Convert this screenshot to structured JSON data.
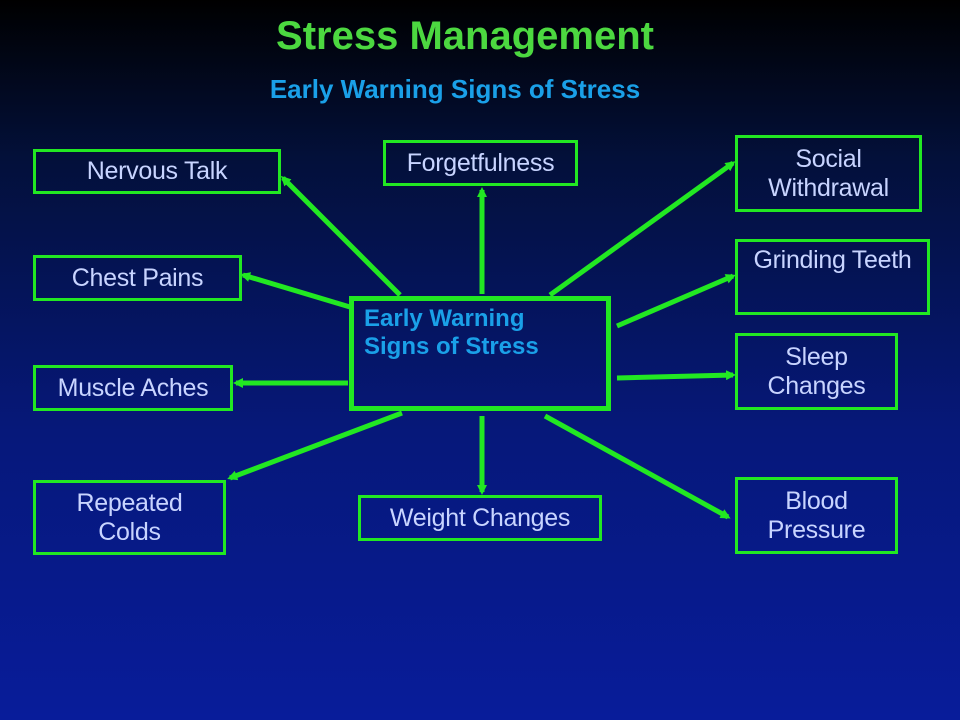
{
  "slide": {
    "title": "Stress Management",
    "subtitle": "Early Warning Signs of Stress"
  },
  "center": {
    "line1": "Early Warning",
    "line2": "Signs of Stress"
  },
  "signs": {
    "nervous_talk": "Nervous Talk",
    "chest_pains": "Chest Pains",
    "muscle_aches": "Muscle Aches",
    "repeated_colds_1": "Repeated",
    "repeated_colds_2": "Colds",
    "forgetfulness": "Forgetfulness",
    "weight_changes": "Weight Changes",
    "social_withdrawal_1": "Social",
    "social_withdrawal_2": "Withdrawal",
    "grinding_teeth": "Grinding Teeth",
    "sleep_changes_1": "Sleep",
    "sleep_changes_2": "Changes",
    "blood_pressure_1": "Blood",
    "blood_pressure_2": "Pressure"
  },
  "colors": {
    "title": "#4cd840",
    "subtitle": "#1aa0e8",
    "box_text": "#c8d4ff",
    "center_text": "#1aa0e8",
    "border": "#22e822",
    "arrow": "#22e822"
  }
}
